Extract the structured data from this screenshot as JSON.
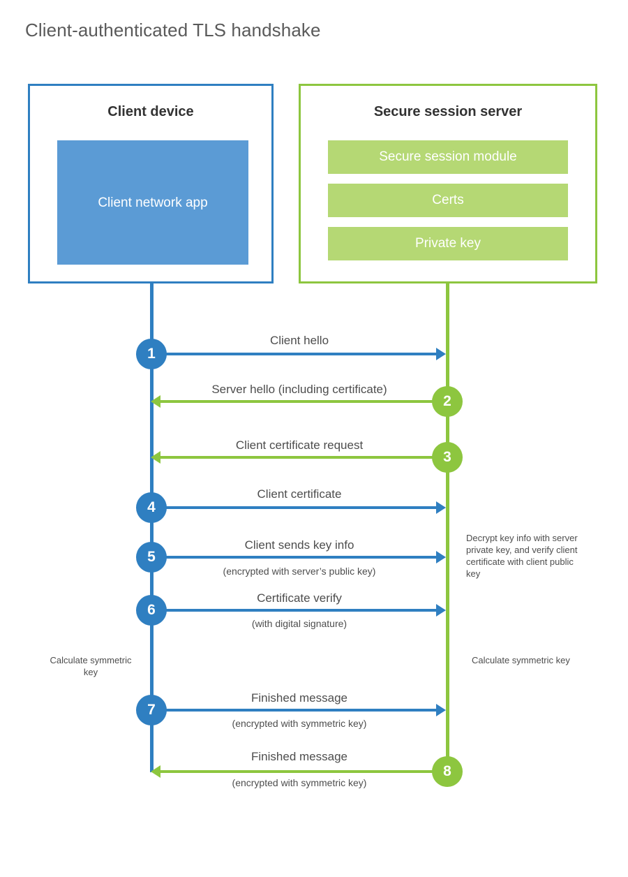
{
  "title": "Client-authenticated TLS handshake",
  "colors": {
    "client_blue": "#2f7fc1",
    "client_app_fill": "#5b9bd5",
    "server_green": "#8dc63f",
    "server_item_fill": "#b5d874",
    "text": "#4d4d4d",
    "title_text": "#5a5a5a"
  },
  "client": {
    "title": "Client device",
    "app_label": "Client network app"
  },
  "server": {
    "title": "Secure session server",
    "items": [
      {
        "label": "Secure session module"
      },
      {
        "label": "Certs"
      },
      {
        "label": "Private key"
      }
    ]
  },
  "steps": [
    {
      "number": "1",
      "label": "Client hello",
      "sublabel": "",
      "direction": "client-to-server",
      "color": "blue"
    },
    {
      "number": "2",
      "label": "Server hello (including certificate)",
      "sublabel": "",
      "direction": "server-to-client",
      "color": "green"
    },
    {
      "number": "3",
      "label": "Client certificate request",
      "sublabel": "",
      "direction": "server-to-client",
      "color": "green"
    },
    {
      "number": "4",
      "label": "Client certificate",
      "sublabel": "",
      "direction": "client-to-server",
      "color": "blue"
    },
    {
      "number": "5",
      "label": "Client sends key info",
      "sublabel": "(encrypted with server’s public key)",
      "direction": "client-to-server",
      "color": "blue"
    },
    {
      "number": "6",
      "label": "Certificate verify",
      "sublabel": "(with digital signature)",
      "direction": "client-to-server",
      "color": "blue"
    },
    {
      "number": "7",
      "label": "Finished message",
      "sublabel": "(encrypted with symmetric key)",
      "direction": "client-to-server",
      "color": "blue"
    },
    {
      "number": "8",
      "label": "Finished message",
      "sublabel": "(encrypted with symmetric key)",
      "direction": "server-to-client",
      "color": "green"
    }
  ],
  "annotations": {
    "server_decrypt": "Decrypt key info with server private key, and verify client certificate with client public key",
    "client_calc": "Calculate symmetric key",
    "server_calc": "Calculate symmetric key"
  }
}
